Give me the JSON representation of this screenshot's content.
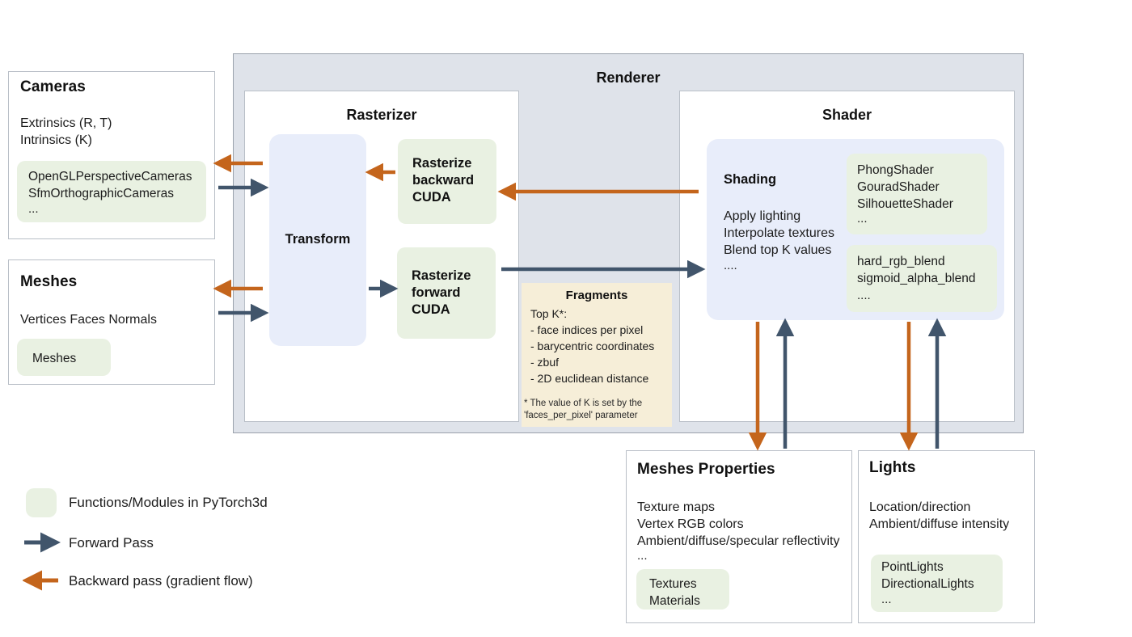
{
  "colors": {
    "forward_arrow": "#41556b",
    "backward_arrow": "#c4651c",
    "green_block": "#e9f1e2",
    "blue_block": "#e8edfa",
    "cream_block": "#f6eed8",
    "renderer_bg": "#dfe3ea",
    "panel_border": "#b9bfc7"
  },
  "renderer": {
    "title": "Renderer"
  },
  "cameras": {
    "title": "Cameras",
    "properties": "Extrinsics (R, T)\nIntrinsics (K)",
    "modules": "OpenGLPerspectiveCameras\nSfmOrthographicCameras",
    "modules_ellipsis": "..."
  },
  "meshes": {
    "title": "Meshes",
    "properties": "Vertices   Faces   Normals",
    "modules": "Meshes"
  },
  "rasterizer": {
    "title": "Rasterizer",
    "transform_label": "Transform",
    "backward_label": "Rasterize\nbackward\nCUDA",
    "forward_label": "Rasterize\nforward\nCUDA"
  },
  "fragments": {
    "title": "Fragments",
    "body": "Top K*:\n- face indices per pixel\n- barycentric coordinates\n- zbuf\n- 2D euclidean distance",
    "footnote": "* The value of K is set by the\n'faces_per_pixel' parameter"
  },
  "shader": {
    "title": "Shader",
    "shading_label": "Shading",
    "shading_body": "Apply lighting\nInterpolate textures\nBlend top K values",
    "shading_ellipsis": "....",
    "shader_modules": "PhongShader\nGouradShader\nSilhouetteShader",
    "shader_modules_ellipsis": "...",
    "blend_modules": "hard_rgb_blend\nsigmoid_alpha_blend",
    "blend_modules_ellipsis": "...."
  },
  "meshes_properties": {
    "title": "Meshes Properties",
    "properties": "Texture maps\nVertex RGB colors\nAmbient/diffuse/specular reflectivity",
    "properties_ellipsis": "...",
    "modules": "Textures\nMaterials"
  },
  "lights": {
    "title": "Lights",
    "properties": "Location/direction\nAmbient/diffuse intensity",
    "modules": "PointLights\nDirectionalLights",
    "modules_ellipsis": "..."
  },
  "legend": {
    "items": [
      {
        "label": "Functions/Modules in PyTorch3d",
        "kind": "swatch"
      },
      {
        "label": "Forward Pass",
        "kind": "forward-arrow"
      },
      {
        "label": "Backward pass (gradient flow)",
        "kind": "backward-arrow"
      }
    ]
  }
}
